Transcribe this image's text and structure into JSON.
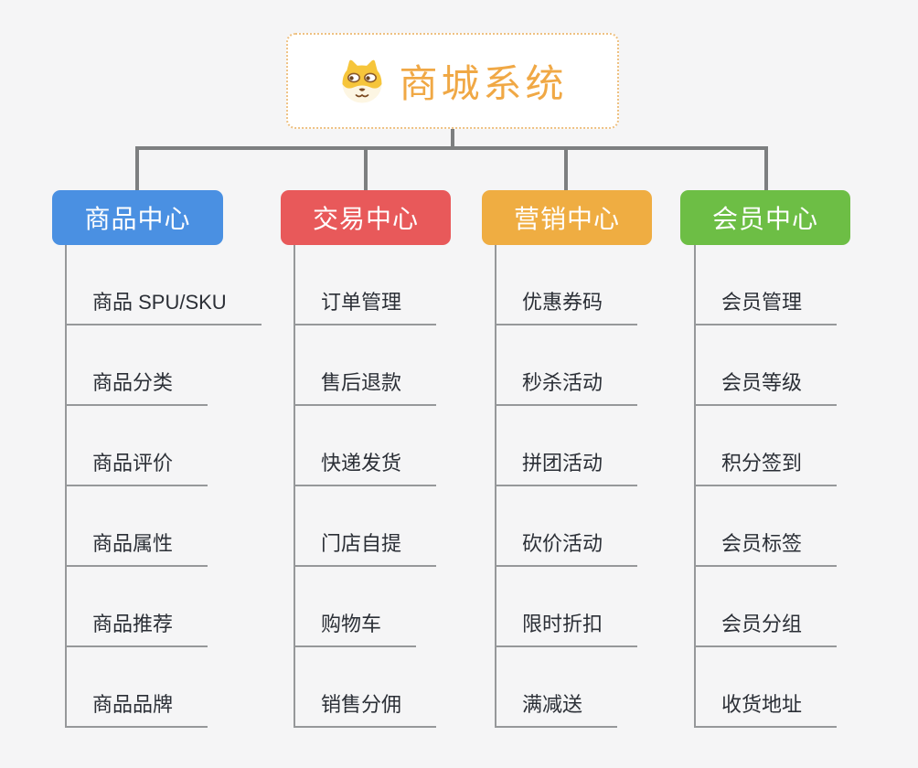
{
  "root": {
    "title": "商城系统",
    "icon": "dog-face-icon"
  },
  "branches": [
    {
      "label": "商品中心",
      "color": "#4a90e2",
      "children": [
        "商品 SPU/SKU",
        "商品分类",
        "商品评价",
        "商品属性",
        "商品推荐",
        "商品品牌"
      ]
    },
    {
      "label": "交易中心",
      "color": "#e8595a",
      "children": [
        "订单管理",
        "售后退款",
        "快递发货",
        "门店自提",
        "购物车",
        "销售分佣"
      ]
    },
    {
      "label": "营销中心",
      "color": "#efad42",
      "children": [
        "优惠券码",
        "秒杀活动",
        "拼团活动",
        "砍价活动",
        "限时折扣",
        "满减送"
      ]
    },
    {
      "label": "会员中心",
      "color": "#6dbe45",
      "children": [
        "会员管理",
        "会员等级",
        "积分签到",
        "会员标签",
        "会员分组",
        "收货地址"
      ]
    }
  ],
  "style": {
    "background": "#f5f5f6",
    "root_title_color": "#f0a845",
    "root_border_color": "#eec182",
    "connector_color": "#7d7f80",
    "underline_color": "#96989a",
    "child_text_color": "#2b2f36"
  }
}
